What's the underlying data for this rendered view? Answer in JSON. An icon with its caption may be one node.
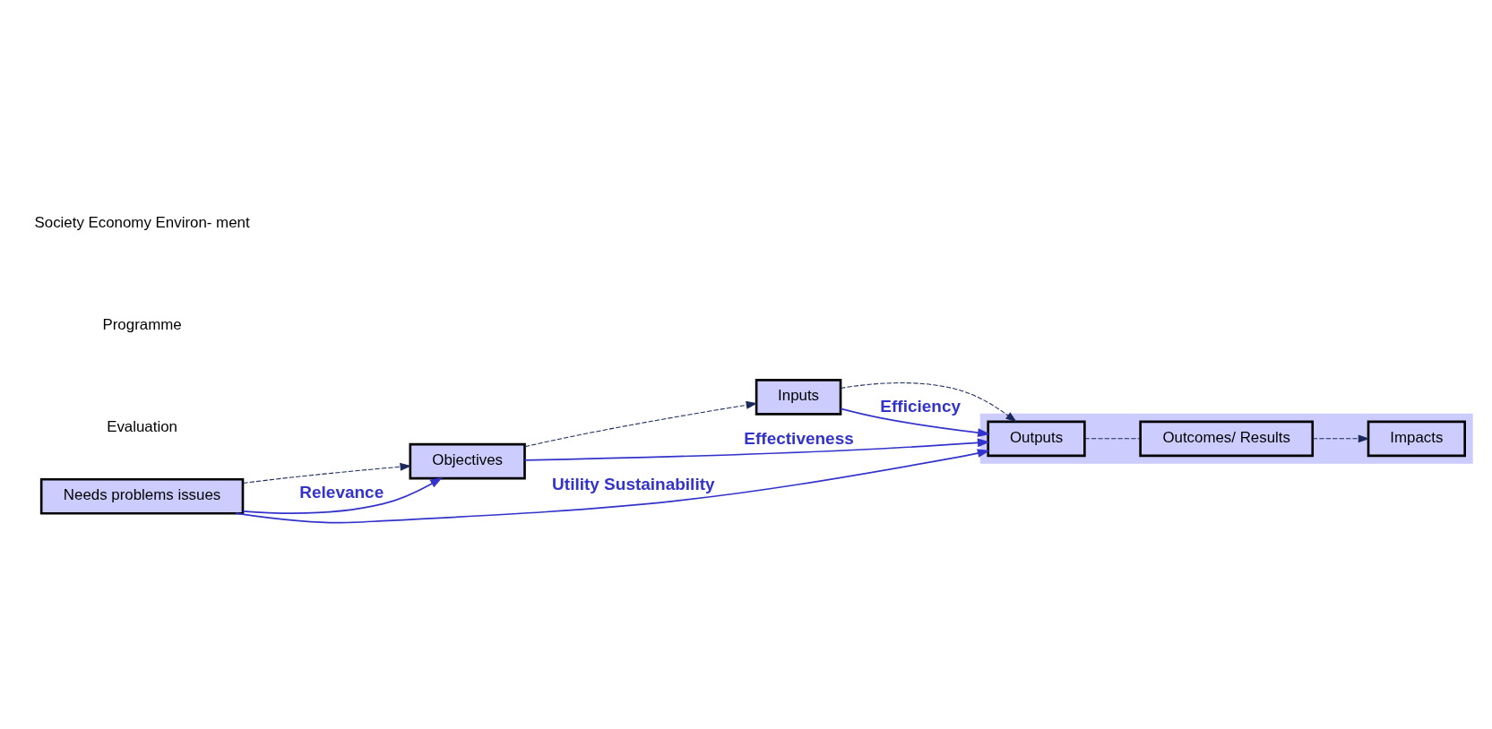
{
  "diagram": {
    "nodes": [
      {
        "text": [
          "Needs problems issues"
        ]
      },
      {
        "text": [
          "Objectives"
        ]
      },
      {
        "text": [
          "Inputs"
        ]
      },
      {
        "text": [],
        "shape": "parallelogram"
      },
      {
        "text": [
          "Outputs"
        ],
        "in": 3
      },
      {
        "text": [
          "Outcomes/ Results"
        ],
        "in": 3
      },
      {
        "text": [
          "Impacts"
        ],
        "in": 3
      }
    ],
    "edges": [
      {
        "from": 0,
        "to": 1,
        "arrow": "to",
        "style": "dashed"
      },
      {
        "from": 1,
        "to": 2,
        "arrow": "to",
        "style": "dashed"
      },
      {
        "from": 2,
        "to": 4,
        "arrow": "to",
        "style": "dashed"
      },
      {
        "from": 4,
        "to": 5,
        "arrow": "none",
        "style": "dashed"
      },
      {
        "from": 5,
        "to": 6,
        "arrow": "to",
        "style": "dashed"
      },
      {
        "from": 0,
        "to": 1,
        "arrow": "to",
        "label": "Relevance",
        "color": "#3333cc"
      },
      {
        "from": 2,
        "to": 4,
        "arrow": "to",
        "label": "Efficiency",
        "color": "#3333cc"
      },
      {
        "from": 1,
        "to": 4,
        "arrow": "to",
        "label": "Effectiveness",
        "color": "#3333cc"
      },
      {
        "from": 0,
        "to": 4,
        "arrow": "to",
        "label": "Utility Sustainability",
        "color": "#3333cc"
      }
    ],
    "labels": [
      "Society Economy Environ- ment",
      "Programme",
      "Evaluation"
    ]
  }
}
